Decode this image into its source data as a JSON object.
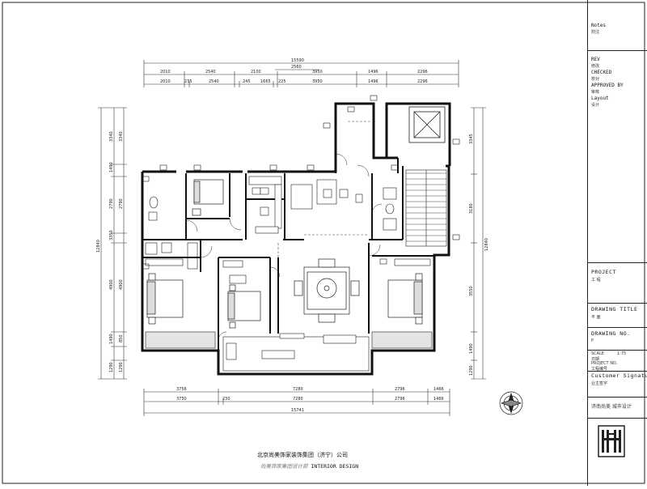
{
  "title_block": {
    "notes_label": "Notes",
    "notes_value": "附注",
    "rev_label": "REV",
    "rev_value": "修改",
    "checked_label": "CHECKED",
    "checked_value": "校对",
    "approved_label": "APPROVED BY",
    "approved_value": "审核",
    "layout_label": "Layout",
    "layout_value": "设计",
    "project_label": "PROJECT",
    "project_value": "工 程",
    "drawing_title_label": "DRAWING TITLE",
    "drawing_title_value": "平 面",
    "drawing_no_label": "DRAWING NO.",
    "drawing_no_value": "P",
    "scale_label": "SCALE",
    "scale_value": "1:75",
    "date_label": "日期",
    "project_no_label": "PROJECT NO.",
    "project_no_value": "工程编号",
    "customer_sig_label": "Customer Signature",
    "customer_sig_value": "业主签字",
    "company_short": "济南尚美   城市设计"
  },
  "footer": {
    "company": "北京尚美饰家装饰集团（济宁）公司",
    "design_prefix": "尚美饰家集团设计部",
    "design_label": "INTERIOR DESIGN"
  },
  "dimensions": {
    "top_total": "15590",
    "top_mid": "2560",
    "top_row2": [
      "2010",
      "2540",
      "2100",
      "3950",
      "1496",
      "2296"
    ],
    "top_row3": [
      "2010",
      "235",
      "2540",
      "245",
      "1665",
      "225",
      "3950",
      "1496",
      "2296"
    ],
    "left_row1": [
      "3340",
      "1490",
      "2790",
      "3350",
      "4900",
      "1490",
      "1290"
    ],
    "left_row2": [
      "3340",
      "2790",
      "4900",
      "850",
      "1290"
    ],
    "left_total": "12840",
    "right_row1": [
      "3345",
      "3180",
      "3550",
      "1490",
      "1290"
    ],
    "right_total": "12840",
    "bottom_row1": [
      "3756",
      "7280",
      "2796",
      "1466"
    ],
    "bottom_row2": [
      "3750",
      "230",
      "7280",
      "2796",
      "1466"
    ],
    "bottom_total": "15741"
  }
}
